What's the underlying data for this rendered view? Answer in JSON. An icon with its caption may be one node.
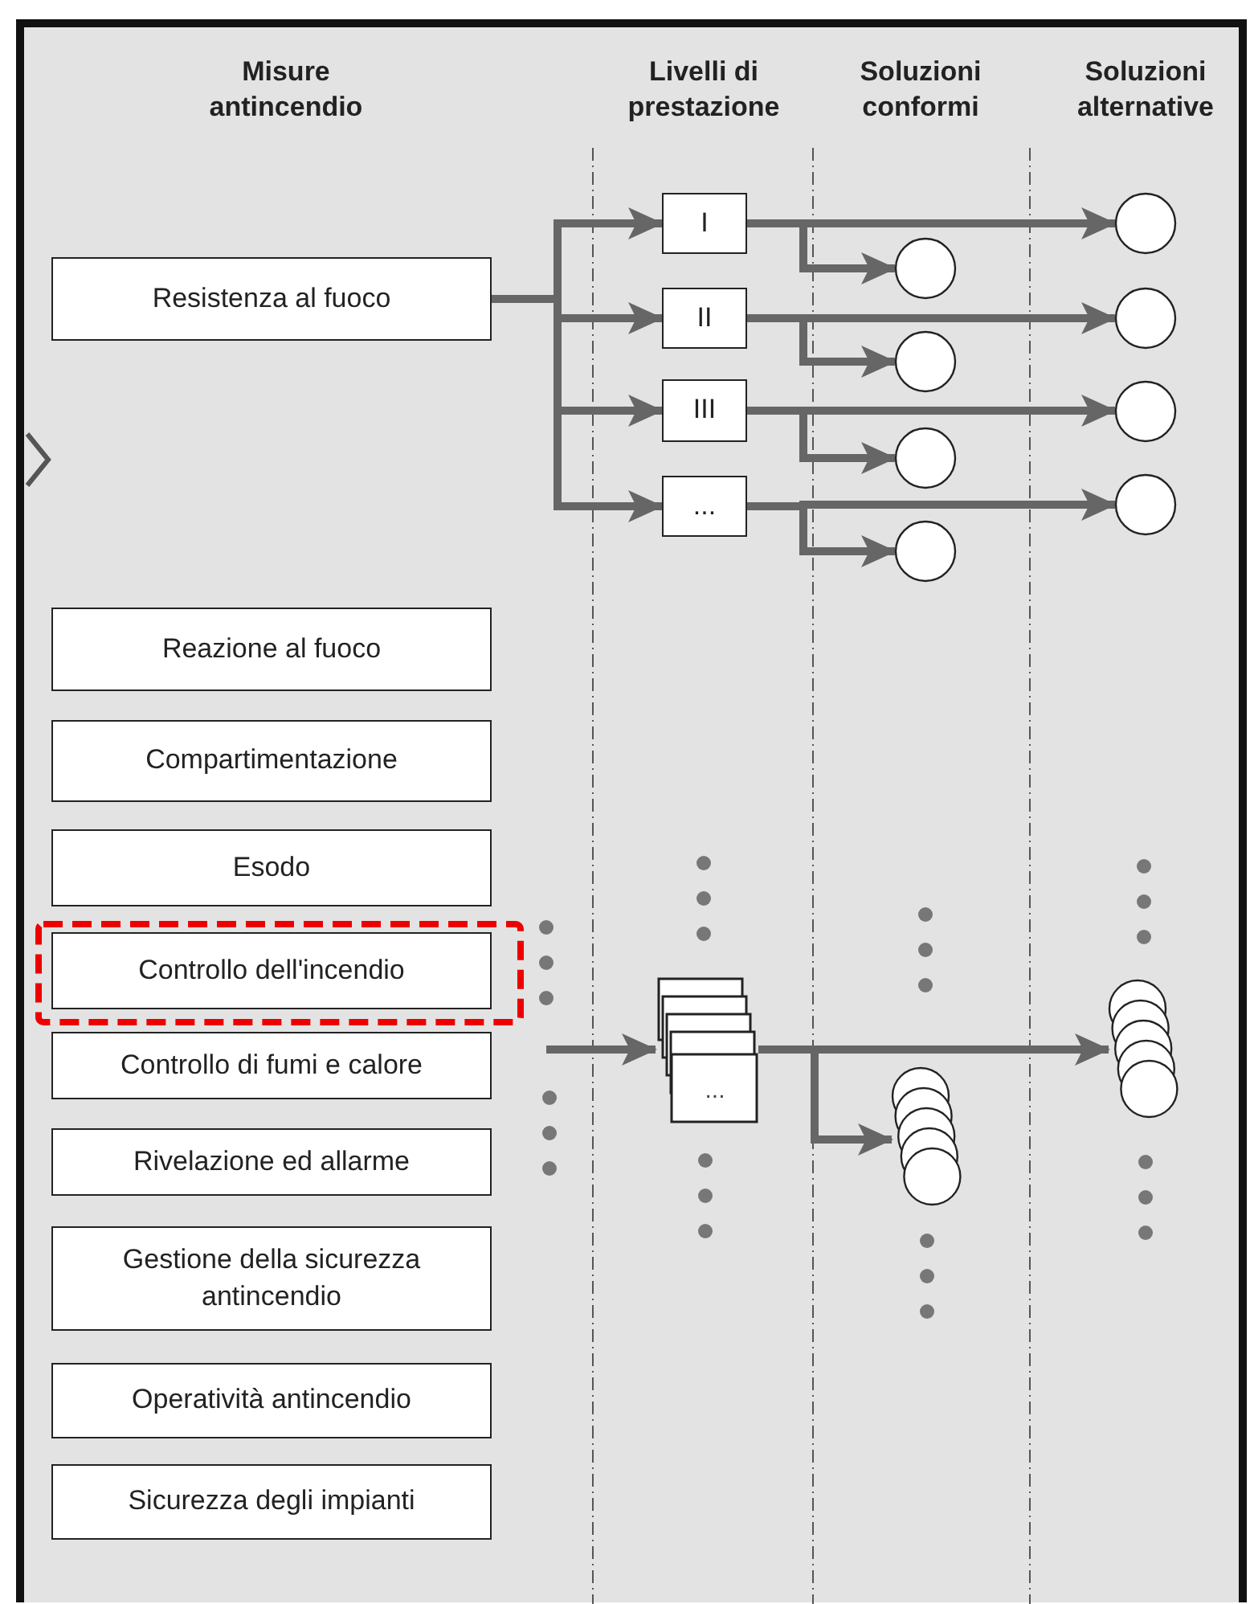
{
  "diagram": {
    "nodes": [
      {
        "text": [
          "Resistenza al fuoco"
        ]
      },
      {
        "text": [
          "Reazione al fuoco"
        ]
      },
      {
        "text": [
          "Compartimentazione"
        ]
      },
      {
        "text": [
          "Esodo"
        ]
      },
      {
        "text": [
          "Controllo dell'incendio"
        ]
      },
      {
        "text": [
          "Controllo di fumi e calore"
        ]
      },
      {
        "text": [
          "Rivelazione ed allarme"
        ]
      },
      {
        "text": [
          "Gestione della sicurezza antincendio"
        ]
      },
      {
        "text": [
          "Operatività antincendio"
        ]
      },
      {
        "text": [
          "Sicurezza degli impianti"
        ]
      },
      {
        "text": [
          "I"
        ]
      },
      {
        "text": [
          "II"
        ]
      },
      {
        "text": [
          "III"
        ]
      },
      {
        "text": [
          "..."
        ]
      },
      {
        "text": [],
        "shape": "circle"
      },
      {
        "text": [],
        "shape": "circle"
      },
      {
        "text": [],
        "shape": "circle"
      },
      {
        "text": [],
        "shape": "circle"
      },
      {
        "text": [],
        "shape": "circle"
      },
      {
        "text": [],
        "shape": "circle"
      },
      {
        "text": [],
        "shape": "circle"
      },
      {
        "text": [],
        "shape": "circle"
      },
      {
        "text": [
          "..."
        ]
      },
      {
        "text": [],
        "shape": "circle"
      },
      {
        "text": [],
        "shape": "circle"
      }
    ],
    "edges": [
      {
        "from": 0,
        "to": 10,
        "arrow": "to"
      },
      {
        "from": 0,
        "to": 11,
        "arrow": "to"
      },
      {
        "from": 0,
        "to": 12,
        "arrow": "to"
      },
      {
        "from": 0,
        "to": 13,
        "arrow": "to"
      },
      {
        "from": 10,
        "to": 18,
        "arrow": "to"
      },
      {
        "from": 10,
        "to": 14,
        "arrow": "to"
      },
      {
        "from": 11,
        "to": 19,
        "arrow": "to"
      },
      {
        "from": 11,
        "to": 15,
        "arrow": "to"
      },
      {
        "from": 12,
        "to": 20,
        "arrow": "to"
      },
      {
        "from": 12,
        "to": 16,
        "arrow": "to"
      },
      {
        "from": 13,
        "to": 21,
        "arrow": "to"
      },
      {
        "from": 13,
        "to": 17,
        "arrow": "to"
      },
      {
        "from": null,
        "to": 22,
        "arrow": "to"
      },
      {
        "from": 22,
        "to": 24,
        "arrow": "to"
      },
      {
        "from": 22,
        "to": 23,
        "arrow": "to"
      }
    ],
    "labels": [
      "Misure antincendio",
      "Livelli di prestazione",
      "Soluzioni conformi",
      "Soluzioni alternative"
    ]
  }
}
